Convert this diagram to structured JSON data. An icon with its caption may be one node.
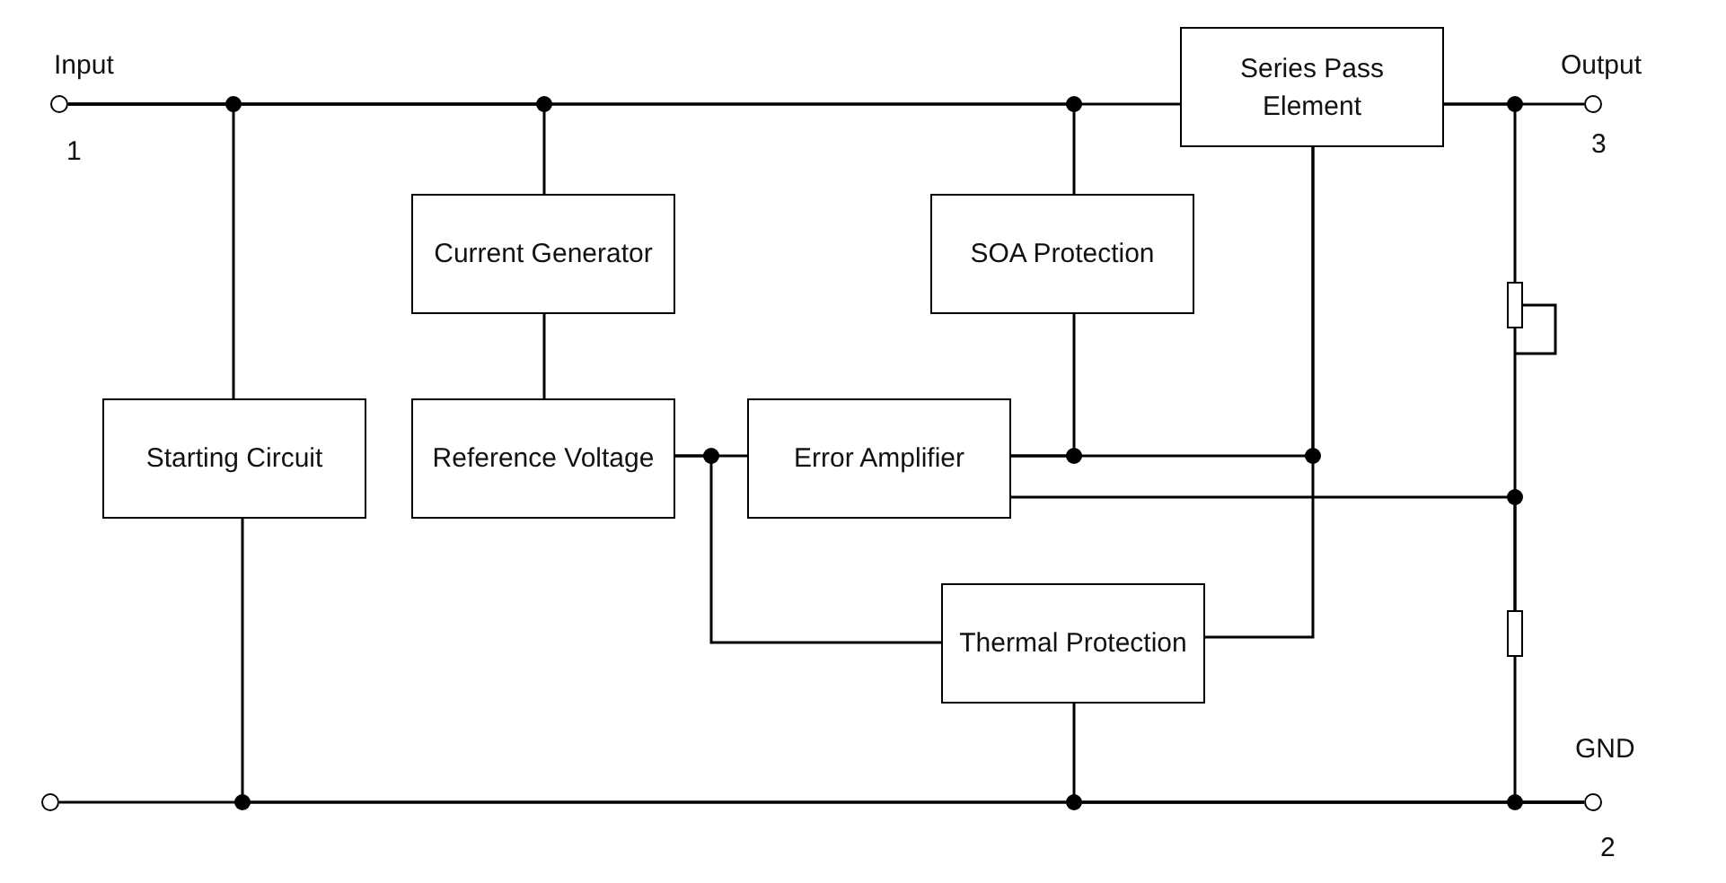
{
  "diagram": {
    "nodes": [
      {
        "text": [],
        "shape": "circle",
        "beside": [
          "Input",
          "1"
        ]
      },
      {
        "text": [
          "Series Pass Element"
        ]
      },
      {
        "text": [],
        "shape": "circle",
        "beside": [
          "Output",
          "3"
        ]
      },
      {
        "text": [
          "Current Generator"
        ]
      },
      {
        "text": [
          "SOA Protection"
        ]
      },
      {
        "text": [
          "Starting Circuit"
        ]
      },
      {
        "text": [
          "Reference Voltage"
        ]
      },
      {
        "text": [
          "Error Amplifier"
        ]
      },
      {
        "text": [
          "Thermal Protection"
        ]
      },
      {
        "text": [],
        "shape": "box"
      },
      {
        "text": [],
        "shape": "box"
      },
      {
        "text": [],
        "shape": "circle"
      },
      {
        "text": [],
        "shape": "circle",
        "beside": [
          "GND",
          "2"
        ]
      }
    ],
    "edges": [
      {
        "from": 0,
        "to": 1,
        "arrow": "none"
      },
      {
        "from": 0,
        "to": 5,
        "arrow": "none"
      },
      {
        "from": 0,
        "to": 3,
        "arrow": "none"
      },
      {
        "from": 0,
        "to": 4,
        "arrow": "none"
      },
      {
        "from": 1,
        "to": 2,
        "arrow": "none"
      },
      {
        "from": 1,
        "to": 9,
        "arrow": "none"
      },
      {
        "from": 3,
        "to": 6,
        "arrow": "none"
      },
      {
        "from": 6,
        "to": 7,
        "arrow": "none"
      },
      {
        "from": 6,
        "to": 8,
        "arrow": "none"
      },
      {
        "from": 7,
        "to": 4,
        "arrow": "none"
      },
      {
        "from": 7,
        "to": 1,
        "arrow": "none"
      },
      {
        "from": 8,
        "to": 1,
        "arrow": "none"
      },
      {
        "from": 9,
        "to": 10,
        "arrow": "none"
      },
      {
        "from": 7,
        "to": 10,
        "arrow": "none"
      },
      {
        "from": 10,
        "to": 12,
        "arrow": "none"
      },
      {
        "from": 11,
        "to": 12,
        "arrow": "none"
      },
      {
        "from": 5,
        "to": 12,
        "arrow": "none"
      },
      {
        "from": 8,
        "to": 12,
        "arrow": "none"
      }
    ]
  }
}
